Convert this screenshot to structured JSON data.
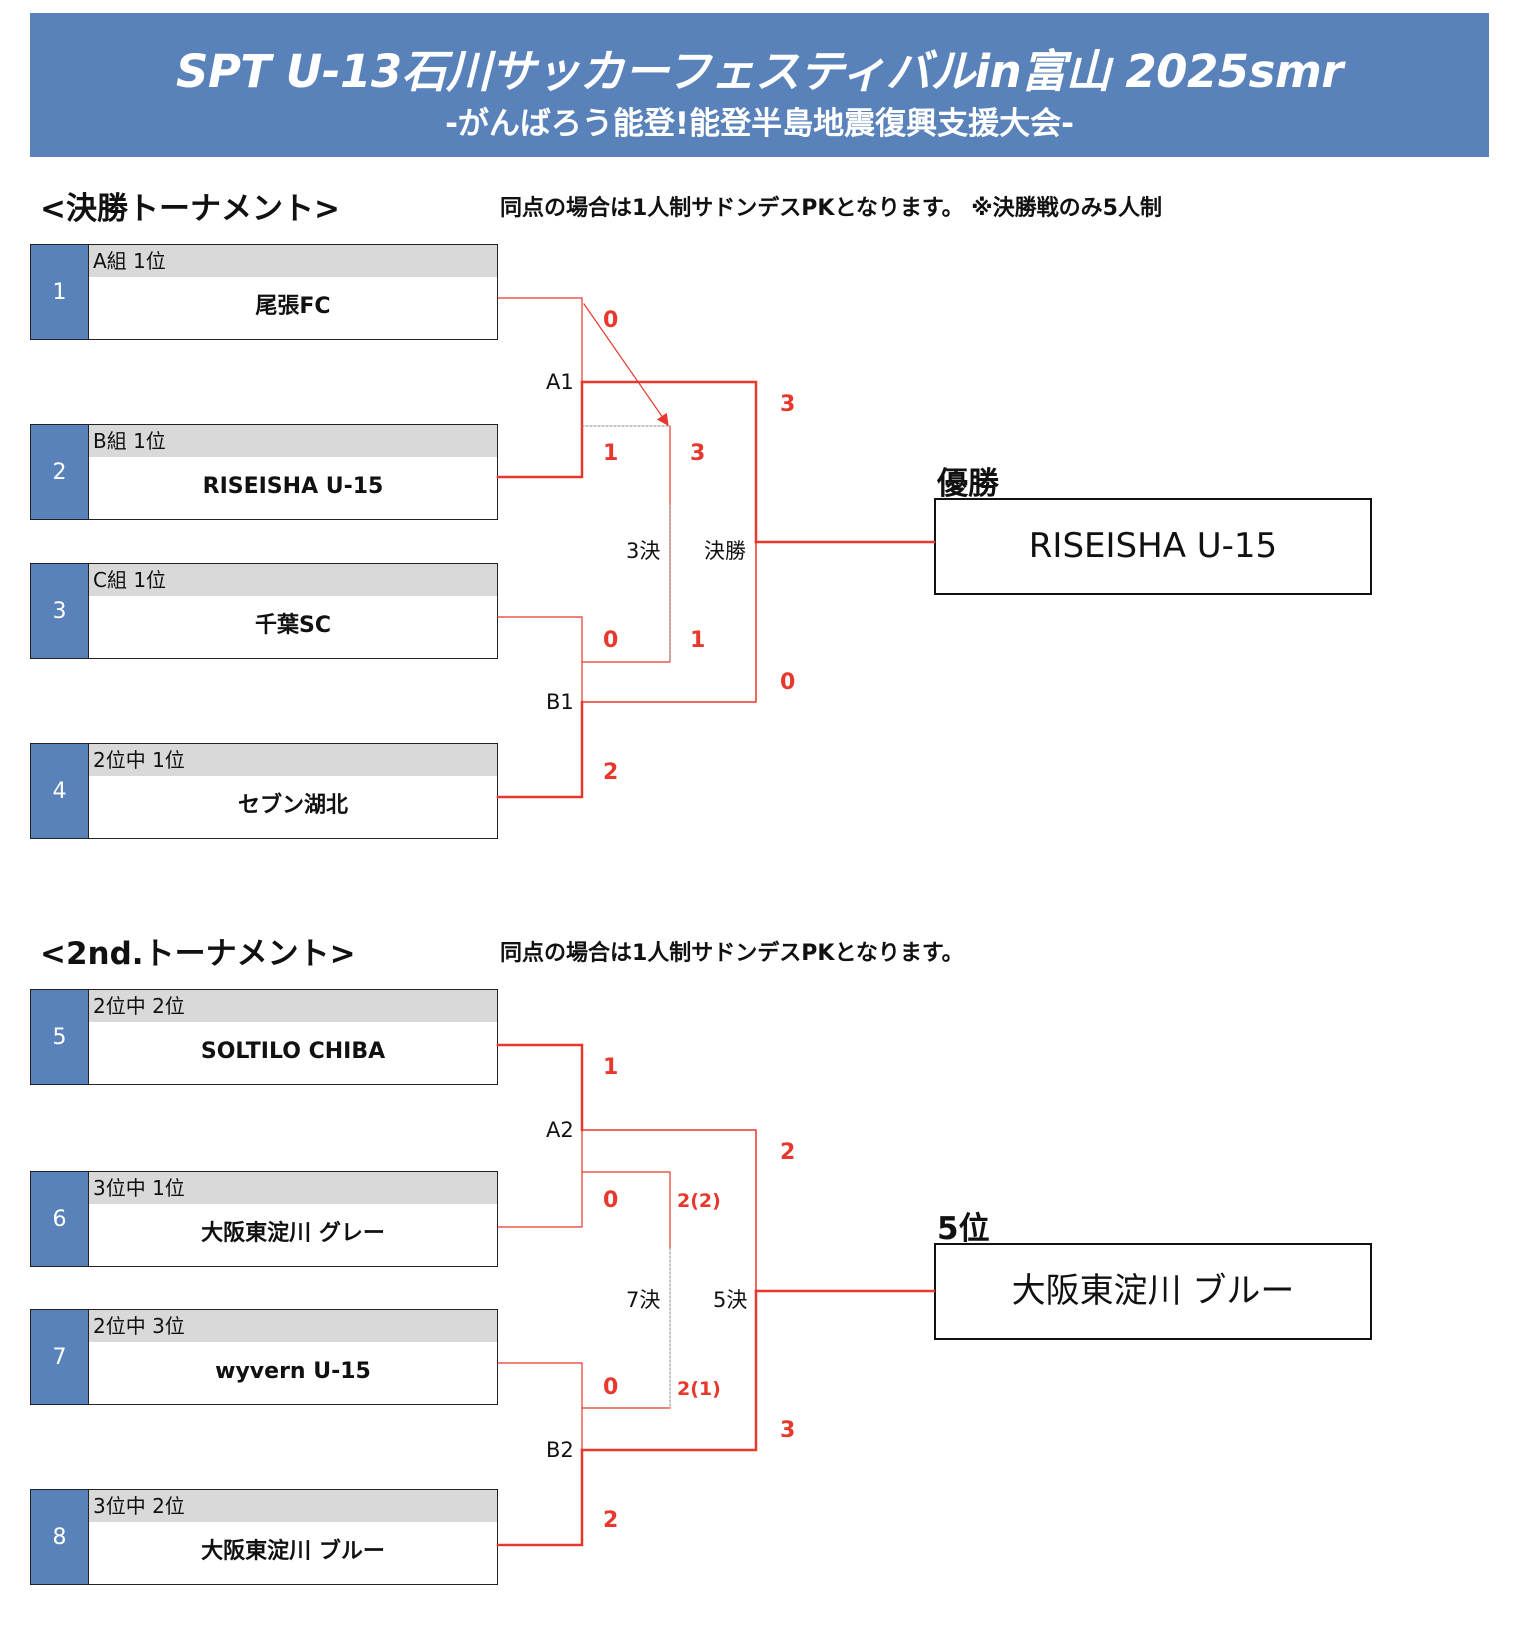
{
  "header": {
    "title": "SPT U-13石川サッカーフェスティバルin富山 2025smr",
    "subtitle": "-がんばろう能登!能登半島地震復興支援大会-"
  },
  "final": {
    "heading": "<決勝トーナメント>",
    "note": "同点の場合は1人制サドンデスPKとなります。 ※決勝戦のみ5人制",
    "teams": [
      {
        "num": "1",
        "group": "A組 1位",
        "name": "尾張FC"
      },
      {
        "num": "2",
        "group": "B組 1位",
        "name": "RISEISHA U-15"
      },
      {
        "num": "3",
        "group": "C組 1位",
        "name": "千葉SC"
      },
      {
        "num": "4",
        "group": "2位中 1位",
        "name": "セブン湖北"
      }
    ],
    "match_labels": {
      "a": "A1",
      "b": "B1",
      "third": "3決",
      "final": "決勝"
    },
    "scores": {
      "a_top": "0",
      "a_bottom": "1",
      "b_top": "0",
      "b_bottom": "2",
      "final_top": "3",
      "final_bottom": "0",
      "third_top": "3",
      "third_bottom": "1"
    },
    "result_label": "優勝",
    "result_team": "RISEISHA U-15"
  },
  "second": {
    "heading": "<2nd.トーナメント>",
    "note": "同点の場合は1人制サドンデスPKとなります。",
    "teams": [
      {
        "num": "5",
        "group": "2位中 2位",
        "name": "SOLTILO CHIBA"
      },
      {
        "num": "6",
        "group": "3位中 1位",
        "name": "大阪東淀川 グレー"
      },
      {
        "num": "7",
        "group": "2位中 3位",
        "name": "wyvern U-15"
      },
      {
        "num": "8",
        "group": "3位中 2位",
        "name": "大阪東淀川 ブルー"
      }
    ],
    "match_labels": {
      "a": "A2",
      "b": "B2",
      "seventh": "7決",
      "fifth": "5決"
    },
    "scores": {
      "a_top": "1",
      "a_bottom": "0",
      "b_top": "0",
      "b_bottom": "2",
      "fifth_top": "2",
      "fifth_bottom": "3",
      "seventh_top": "2(2)",
      "seventh_bottom": "2(1)"
    },
    "result_label": "5位",
    "result_team": "大阪東淀川 ブルー"
  },
  "colors": {
    "header_bg": "#5a82ba",
    "winner_line": "#e8382d",
    "score_text": "#e8382d",
    "group_bg": "#d9d9d9"
  }
}
